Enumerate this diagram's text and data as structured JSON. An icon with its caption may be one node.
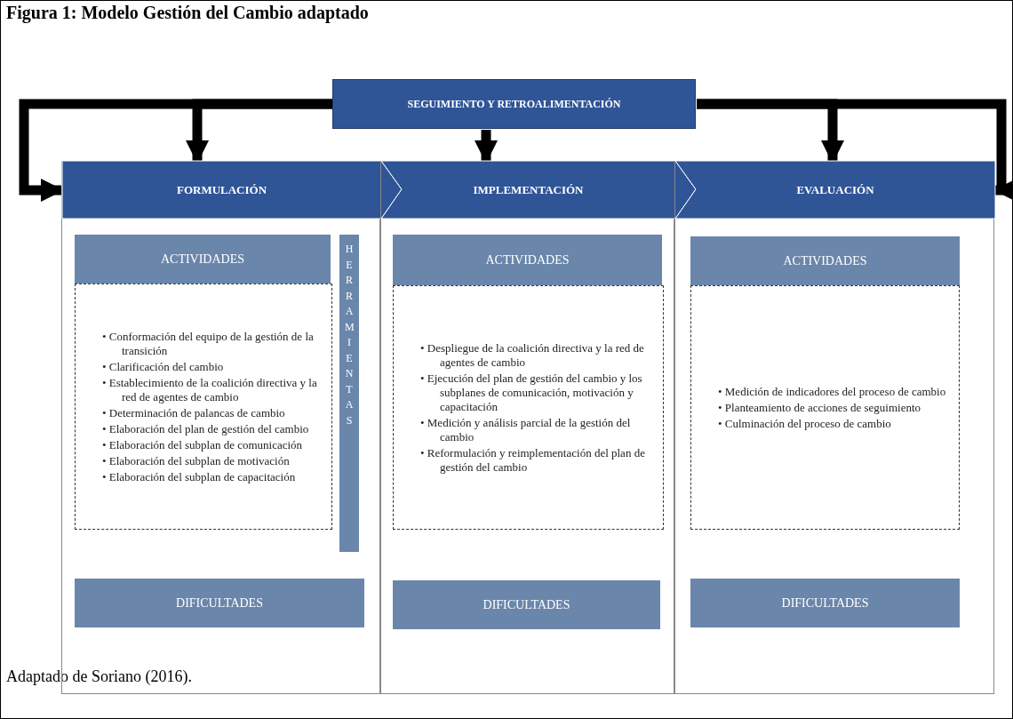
{
  "diagram": {
    "title": "Figura 1: Modelo Gestión del Cambio adaptado",
    "caption": "Adaptado de Soriano (2016).",
    "nodes": [
      {
        "text": [
          "SEGUIMIENTO Y RETROALIMENTACIÓN"
        ]
      },
      {
        "text": [
          "FORMULACIÓN"
        ]
      },
      {
        "text": [
          "ACTIVIDADES"
        ],
        "in": 1
      },
      {
        "text": [
          "• Conformación del equipo de la gestión de la transición",
          "• Clarificación del cambio",
          "• Establecimiento de la coalición directiva y la red de agentes de cambio",
          "• Determinación de palancas de cambio",
          "• Elaboración del plan de gestión del cambio",
          "• Elaboración del subplan de comunicación",
          "• Elaboración del subplan de motivación",
          "• Elaboración del subplan de capacitación"
        ],
        "in": 1
      },
      {
        "text": [
          "HERRAMIENTAS"
        ],
        "in": 1
      },
      {
        "text": [
          "DIFICULTADES"
        ],
        "in": 1
      },
      {
        "text": [
          "IMPLEMENTACIÓN"
        ]
      },
      {
        "text": [
          "ACTIVIDADES"
        ],
        "in": 6
      },
      {
        "text": [
          "• Despliegue de la coalición directiva y la red de agentes de cambio",
          "• Ejecución del plan de gestión del cambio y los subplanes de comunicación, motivación y capacitación",
          "• Medición y análisis parcial de la gestión del cambio",
          "• Reformulación y reimplementación del plan de gestión del cambio"
        ],
        "in": 6
      },
      {
        "text": [
          "DIFICULTADES"
        ],
        "in": 6
      },
      {
        "text": [
          "EVALUACIÓN"
        ]
      },
      {
        "text": [
          "ACTIVIDADES"
        ],
        "in": 10
      },
      {
        "text": [
          "• Medición de indicadores del proceso de cambio",
          "• Planteamiento de acciones de seguimiento",
          "• Culminación del proceso de cambio"
        ],
        "in": 10
      },
      {
        "text": [
          "DIFICULTADES"
        ],
        "in": 10
      }
    ],
    "edges": [
      {
        "from": 0,
        "to": 1,
        "arrow": "to"
      },
      {
        "from": 0,
        "to": 1,
        "arrow": "to"
      },
      {
        "from": 0,
        "to": 6,
        "arrow": "to"
      },
      {
        "from": 0,
        "to": 10,
        "arrow": "to"
      },
      {
        "from": 0,
        "to": 10,
        "arrow": "to"
      }
    ]
  }
}
